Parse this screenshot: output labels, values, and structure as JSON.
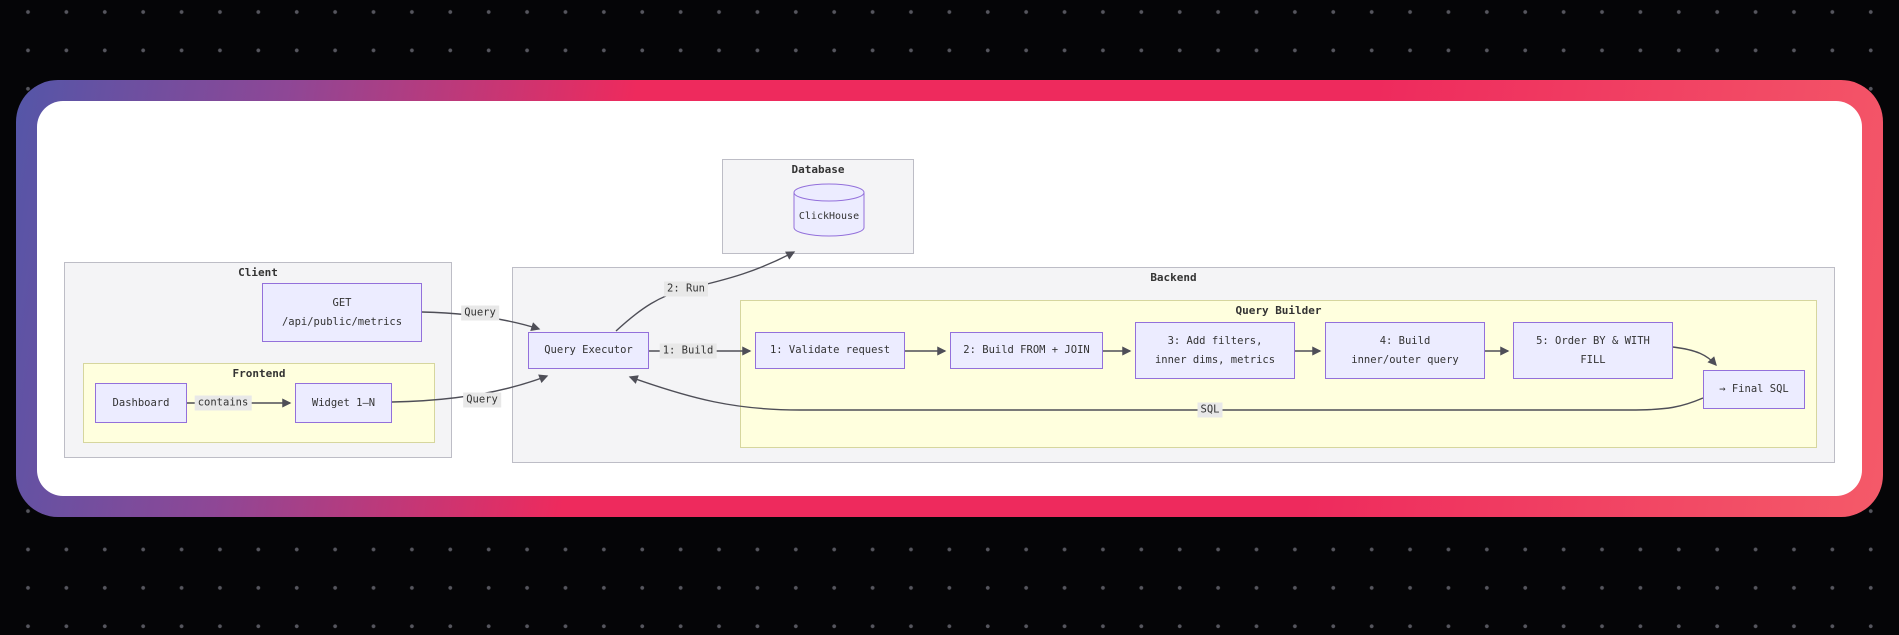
{
  "colors": {
    "bg": "#050507",
    "dot": "#56565e",
    "card-g1": "#5456a8",
    "card-g2": "#8e4796",
    "card-g3": "#ee2a5d",
    "card-g4": "#f45a69",
    "card-bg": "#ffffff",
    "cluster-fill": "#f4f4f6",
    "cluster-stroke": "#bdbdc6",
    "yellow-fill": "#ffffde",
    "yellow-stroke": "#d6d69e",
    "node-fill": "#ececff",
    "node-stroke": "#9370db",
    "text": "#333333",
    "line": "#4e4e57",
    "label-bg": "#e8e8e8"
  },
  "diagram": {
    "clusters": {
      "database": {
        "label": "Database"
      },
      "client": {
        "label": "Client"
      },
      "frontend": {
        "label": "Frontend"
      },
      "backend": {
        "label": "Backend"
      },
      "builder": {
        "label": "Query Builder"
      }
    },
    "nodes": {
      "clickhouse": {
        "label": "ClickHouse"
      },
      "get": {
        "line1": "GET",
        "line2": "/api/public/metrics"
      },
      "dashboard": {
        "label": "Dashboard"
      },
      "widget": {
        "label": "Widget 1–N"
      },
      "executor": {
        "label": "Query Executor"
      },
      "step1": {
        "label": "1: Validate request"
      },
      "step2": {
        "label": "2: Build FROM + JOIN"
      },
      "step3": {
        "line1": "3: Add filters,",
        "line2": "inner dims, metrics"
      },
      "step4": {
        "line1": "4: Build",
        "line2": "inner/outer query"
      },
      "step5": {
        "line1": "5: Order BY & WITH",
        "line2": "FILL"
      },
      "final": {
        "label": "→ Final SQL"
      }
    },
    "edge_labels": {
      "contains": "contains",
      "query_get": "Query",
      "query_widget": "Query",
      "build": "1: Build",
      "run": "2: Run",
      "sql": "SQL"
    }
  }
}
